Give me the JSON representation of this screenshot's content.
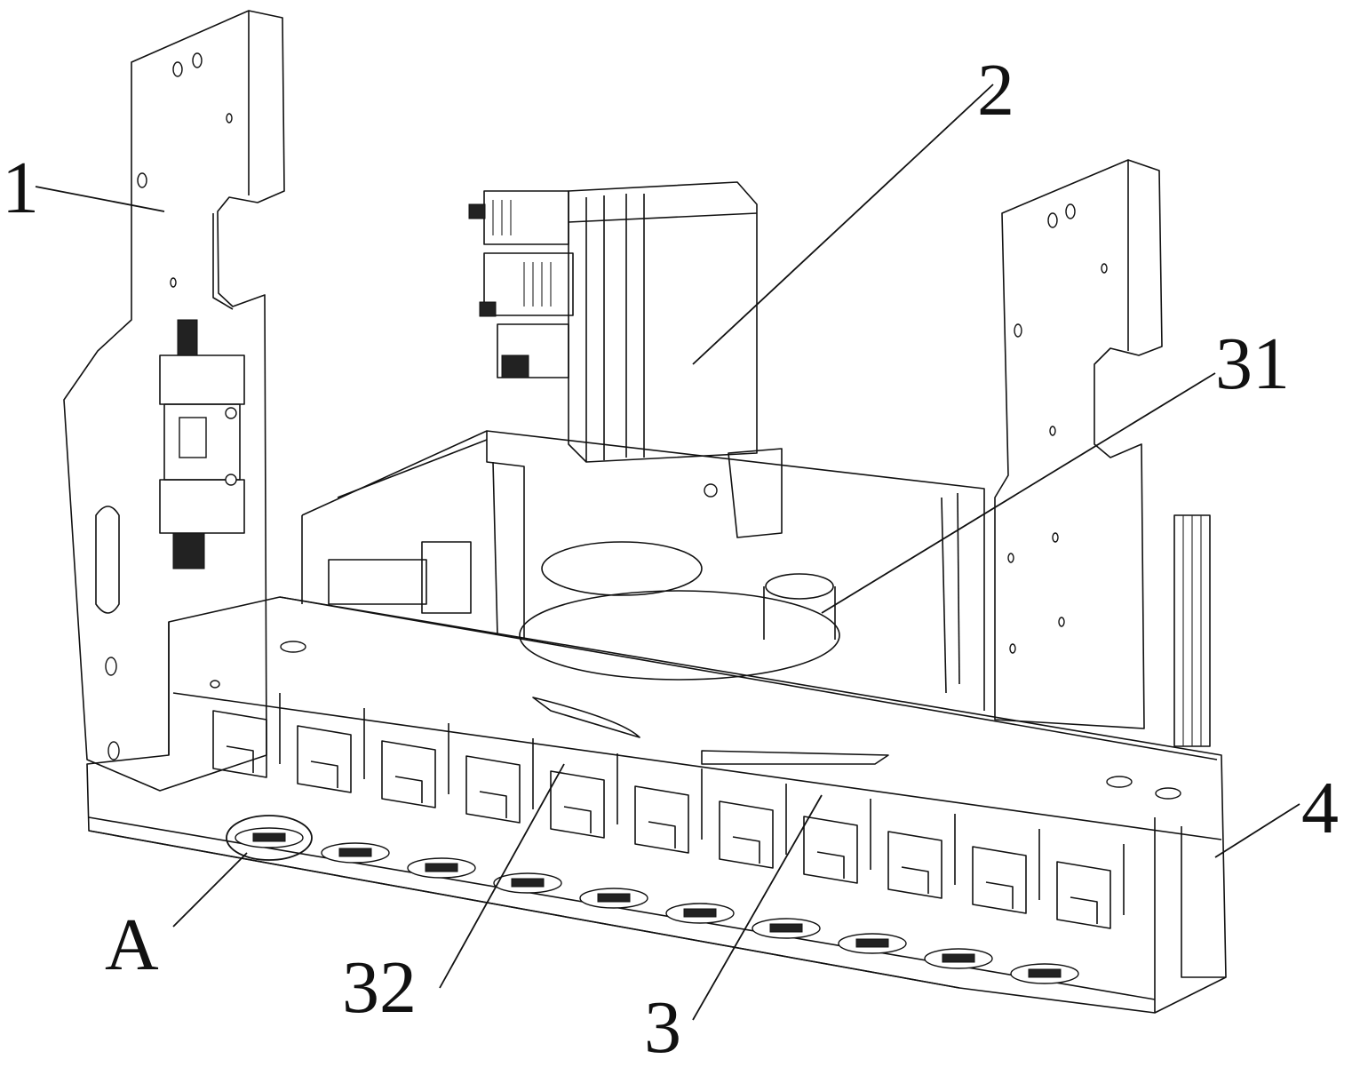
{
  "figure": {
    "type": "patent-mechanical-drawing",
    "labels": [
      {
        "id": "1",
        "text": "1"
      },
      {
        "id": "2",
        "text": "2"
      },
      {
        "id": "31",
        "text": "31"
      },
      {
        "id": "4",
        "text": "4"
      },
      {
        "id": "A",
        "text": "A"
      },
      {
        "id": "32",
        "text": "32"
      },
      {
        "id": "3",
        "text": "3"
      }
    ]
  }
}
